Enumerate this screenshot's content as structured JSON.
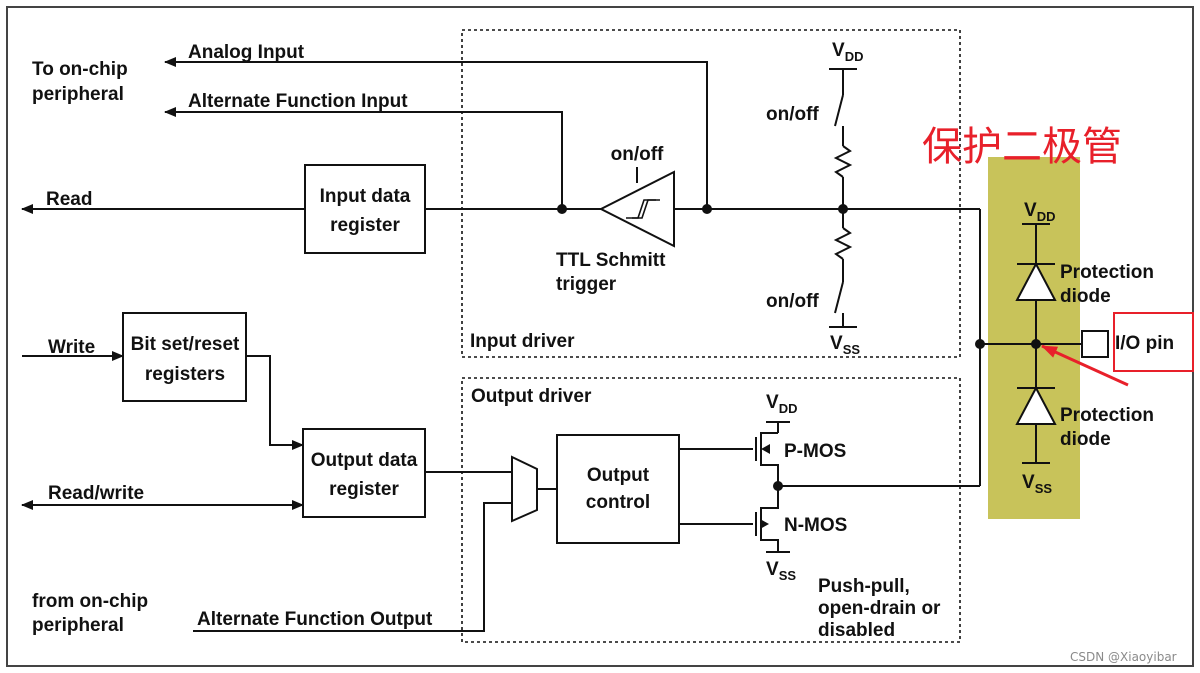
{
  "labels": {
    "to_peripheral_1": "To on-chip",
    "to_peripheral_2": "peripheral",
    "analog_input": "Analog Input",
    "alt_function_input": "Alternate Function Input",
    "read": "Read",
    "input_data_register_1": "Input data",
    "input_data_register_2": "register",
    "schmitt_on_off": "on/off",
    "schmitt_trigger_1": "TTL Schmitt",
    "schmitt_trigger_2": "trigger",
    "input_driver": "Input driver",
    "pullup_on_off": "on/off",
    "pulldown_on_off": "on/off",
    "write": "Write",
    "bit_set_reset_1": "Bit set/reset",
    "bit_set_reset_2": "registers",
    "read_write": "Read/write",
    "output_data_register_1": "Output data",
    "output_data_register_2": "register",
    "output_driver": "Output driver",
    "output_control_1": "Output",
    "output_control_2": "control",
    "pmos": "P-MOS",
    "nmos": "N-MOS",
    "push_pull_1": "Push-pull,",
    "push_pull_2": "open-drain or",
    "push_pull_3": "disabled",
    "from_peripheral_1": "from on-chip",
    "from_peripheral_2": "peripheral",
    "alt_function_output": "Alternate Function Output",
    "protection_diode_top_1": "Protection",
    "protection_diode_top_2": "diode",
    "protection_diode_bottom_1": "Protection",
    "protection_diode_bottom_2": "diode",
    "io_pin": "I/O pin",
    "chinese_annotation": "保护二极管",
    "watermark": "CSDN @Xiaoyibar"
  },
  "supply": {
    "v": "V",
    "dd": "DD",
    "ss": "SS"
  },
  "colors": {
    "highlight": "#c8c35a",
    "annotation": "#e8202a",
    "line": "#111111",
    "frame": "#444444"
  }
}
